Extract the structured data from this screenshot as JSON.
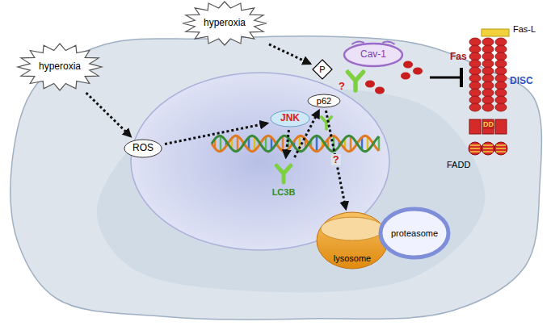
{
  "diagram": {
    "nodes": [
      {
        "text": [
          "hyperoxia"
        ]
      },
      {
        "text": [
          "hyperoxia"
        ]
      },
      {
        "text": [
          "ROS"
        ]
      },
      {
        "text": [
          "JNK"
        ]
      },
      {
        "text": [
          "LC3B"
        ]
      },
      {
        "text": [
          "Cav-1"
        ]
      },
      {
        "text": [
          "P"
        ]
      },
      {
        "text": [
          "p62"
        ]
      },
      {
        "text": [
          "lysosome"
        ]
      },
      {
        "text": [
          "proteasome"
        ]
      }
    ],
    "edges": [
      {
        "from": 0,
        "to": 2,
        "arrow": "to"
      },
      {
        "from": 2,
        "to": 3,
        "arrow": "to"
      },
      {
        "from": 3,
        "to": 4,
        "arrow": "to"
      },
      {
        "from": 4,
        "to": 7,
        "arrow": "to"
      },
      {
        "from": 1,
        "to": 6,
        "arrow": "to"
      },
      {
        "from": 7,
        "to": 8,
        "label": "?",
        "arrow": "to"
      }
    ],
    "labels": [
      "Fas-L",
      "Fas",
      "DISC",
      "FADD",
      "DD",
      "?"
    ]
  }
}
